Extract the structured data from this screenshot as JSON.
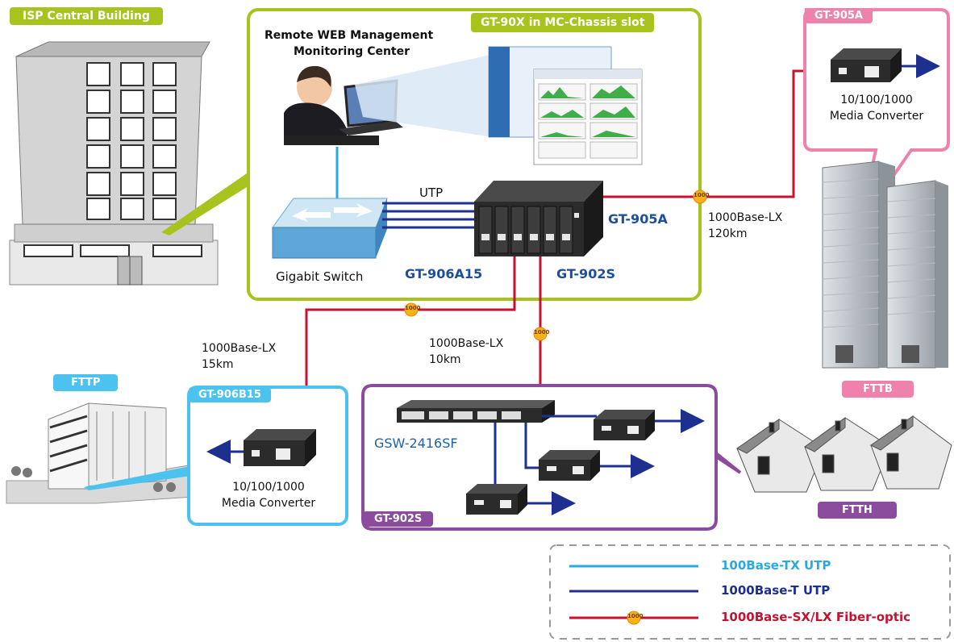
{
  "tags": {
    "isp_building": "ISP Central Building",
    "chassis_slot": "GT-90X in MC-Chassis slot",
    "gt905a_box": "GT-905A",
    "fttp": "FTTP",
    "gt906b15_box": "GT-906B15",
    "fttb": "FTTB",
    "ftth": "FTTH",
    "gt902s_box": "GT-902S"
  },
  "labels": {
    "remote_web": "Remote WEB Management",
    "monitoring_center": "Monitoring Center",
    "utp": "UTP",
    "gigabit_switch": "Gigabit Switch",
    "gt906a15": "GT-906A15",
    "gt902s": "GT-902S",
    "gt905a": "GT-905A",
    "link_right_1": "1000Base-LX",
    "link_right_2": "120km",
    "link_left_1": "1000Base-LX",
    "link_left_2": "15km",
    "link_mid_1": "1000Base-LX",
    "link_mid_2": "10km",
    "gsw": "GSW-2416SF",
    "mc_top_1": "10/100/1000",
    "mc_top_2": "Media Converter",
    "mc_left_1": "10/100/1000",
    "mc_left_2": "Media Converter",
    "fiber_badge": "1000"
  },
  "legend": {
    "items": [
      {
        "label": "100Base-TX UTP",
        "color": "#29a9e1",
        "kind": "tx"
      },
      {
        "label": "1000Base-T UTP",
        "color": "#1d2f8f",
        "kind": "t"
      },
      {
        "label": "1000Base-SX/LX Fiber-optic",
        "color": "#c4122f",
        "kind": "fiber"
      }
    ]
  },
  "colors": {
    "green": "#a8c31d",
    "pink": "#ee82ad",
    "sky": "#4cc3ee",
    "purple": "#8b4c9e",
    "fiber": "#c4122f",
    "utp_tx": "#29a9e1",
    "utp_t": "#1d2f8f",
    "badge": "#f7b21a"
  }
}
